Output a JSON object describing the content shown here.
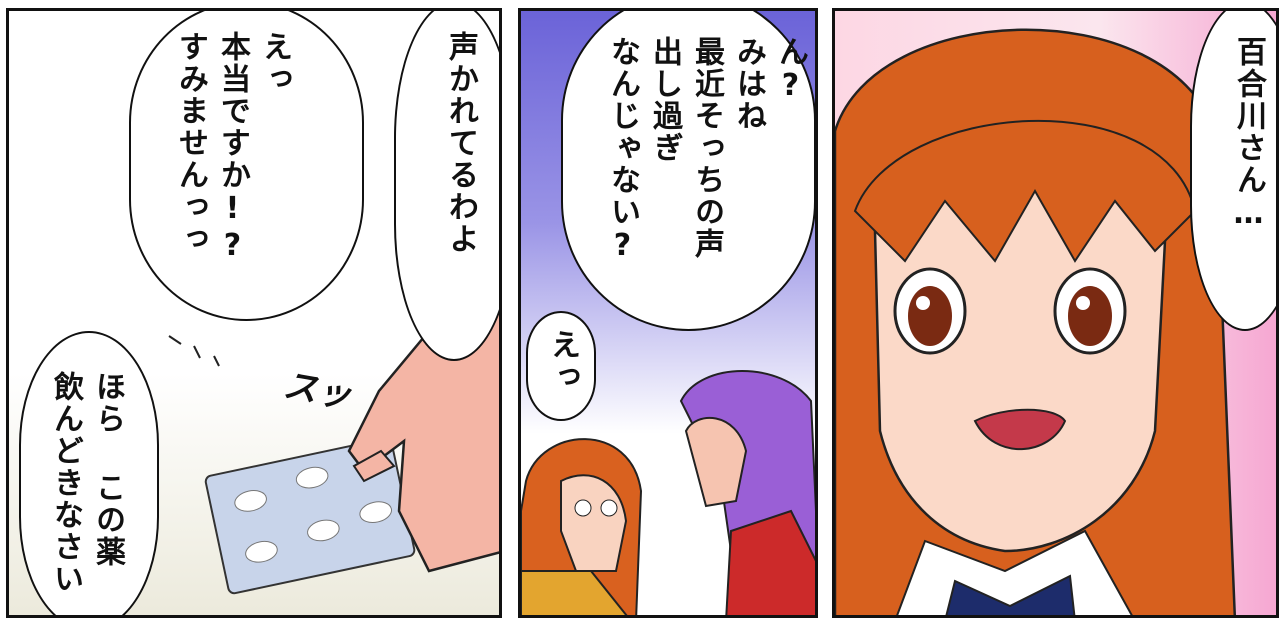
{
  "panels": [
    {
      "bubbles": [
        {
          "text": "声かれてるわよ"
        },
        {
          "text": "えっ\n本当ですか!?\nすみませんっっ"
        },
        {
          "text": "ほら この薬\n飲んどきなさい"
        }
      ],
      "sfx": "スッ"
    },
    {
      "bubbles": [
        {
          "text": "ん?\nみはね\n最近そっちの声\n出し過ぎ\nなんじゃない?"
        },
        {
          "text": "えっ"
        }
      ]
    },
    {
      "bubbles": [
        {
          "text": "百合川さん…"
        }
      ]
    }
  ]
}
